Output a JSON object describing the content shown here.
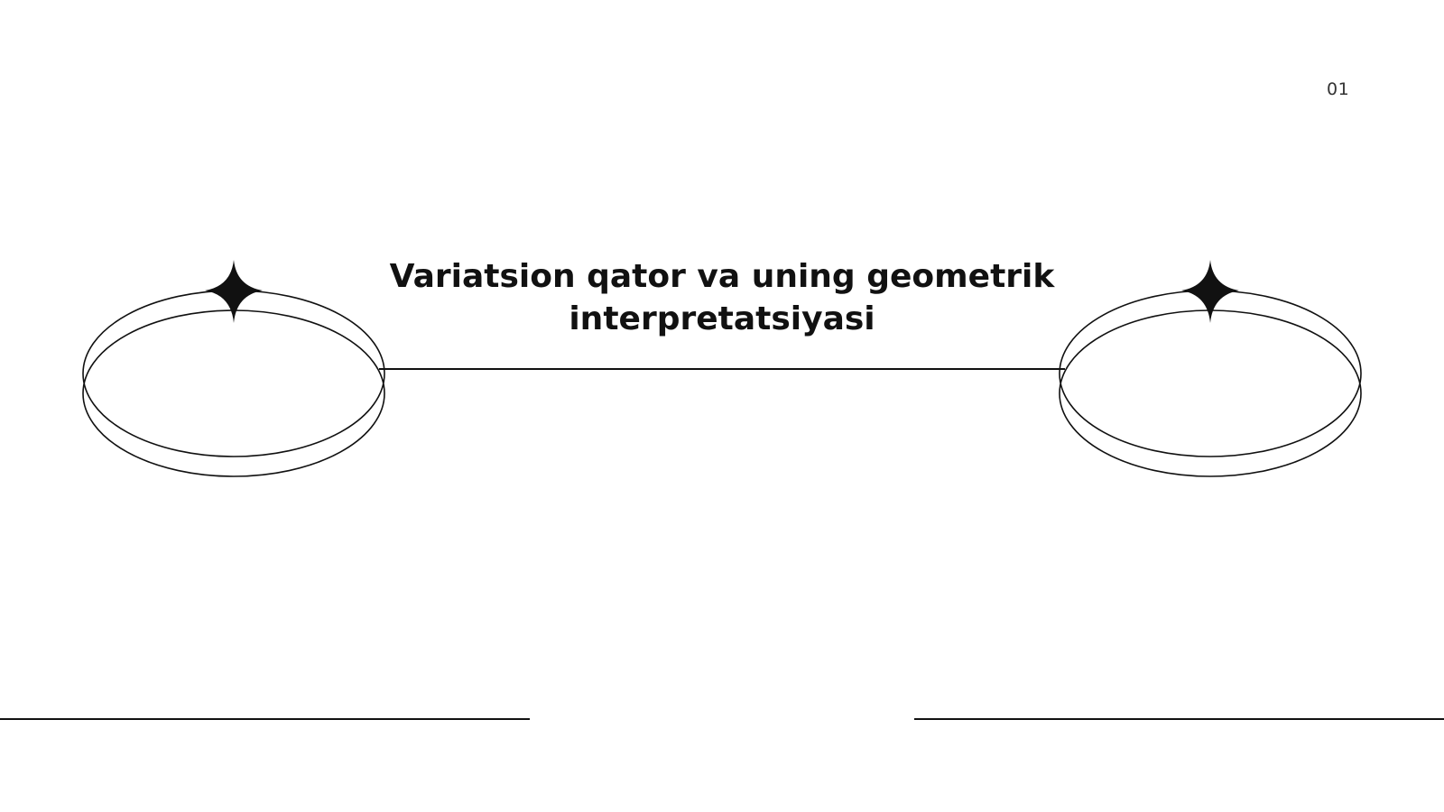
{
  "slide": {
    "page_number": "01",
    "title_lines": [
      "Variatsion qator va uning geometrik",
      "interpretatsiyasi"
    ]
  },
  "colors": {
    "background": "#ffffff",
    "ink": "#111111"
  },
  "icons": {
    "left": "four-point-star-icon",
    "right": "four-point-star-icon"
  }
}
